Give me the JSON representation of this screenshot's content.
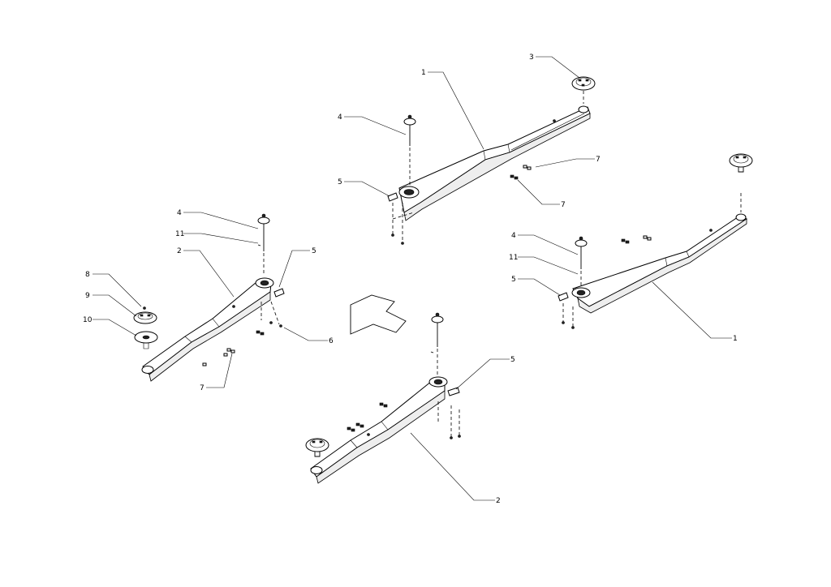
{
  "callouts": {
    "top_1": "1",
    "top_3": "3",
    "top_4": "4",
    "top_5": "5",
    "top_7a": "7",
    "top_7b": "7",
    "left_4": "4",
    "left_11": "11",
    "left_2": "2",
    "left_5": "5",
    "left_8": "8",
    "left_9": "9",
    "left_10": "10",
    "left_6": "6",
    "left_7": "7",
    "right_4": "4",
    "right_11": "11",
    "right_5": "5",
    "right_1": "1",
    "bottom_5": "5",
    "bottom_2": "2"
  }
}
